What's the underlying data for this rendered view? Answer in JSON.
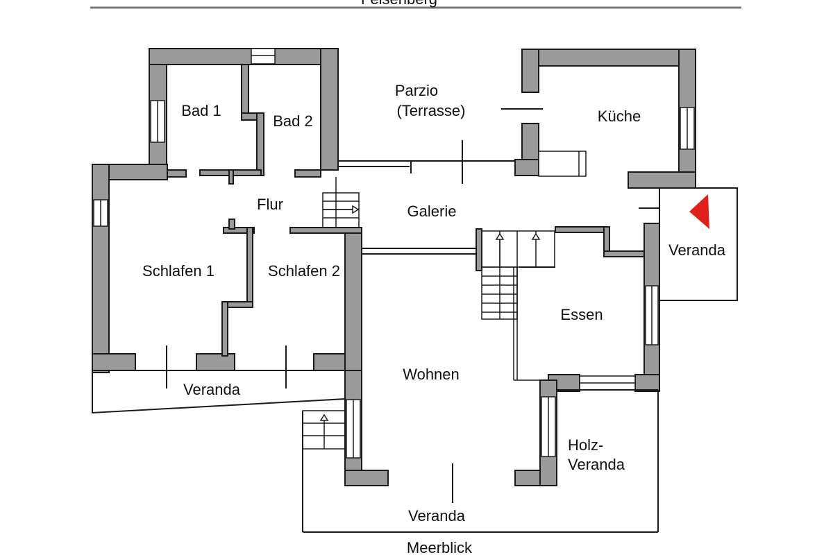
{
  "plan": {
    "edge_top": "Felsenberg",
    "edge_bottom": "Meerblick",
    "rooms": {
      "bad1": "Bad 1",
      "bad2": "Bad 2",
      "parzio_1": "Parzio",
      "parzio_2": "(Terrasse)",
      "kueche": "Küche",
      "flur": "Flur",
      "galerie": "Galerie",
      "veranda_east": "Veranda",
      "schlafen1": "Schlafen 1",
      "schlafen2": "Schlafen 2",
      "essen": "Essen",
      "wohnen": "Wohnen",
      "veranda_west": "Veranda",
      "holz_1": "Holz-",
      "holz_2": "Veranda",
      "veranda_south": "Veranda"
    },
    "colors": {
      "wall": "#9a9a9a",
      "line": "#1a1a1a",
      "marker": "#e0201a"
    },
    "icons": [
      "viewpoint-marker-icon",
      "stair-arrow-icon"
    ]
  }
}
